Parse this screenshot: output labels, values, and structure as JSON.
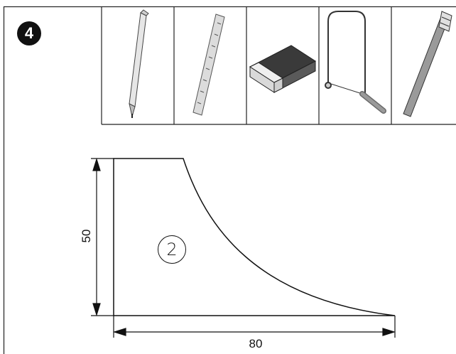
{
  "step": {
    "number": "4"
  },
  "tools": [
    {
      "name": "pencil-icon"
    },
    {
      "name": "ruler-icon"
    },
    {
      "name": "eraser-icon"
    },
    {
      "name": "coping-saw-icon"
    },
    {
      "name": "file-icon"
    }
  ],
  "drawing": {
    "part_number": "2",
    "width_label": "80",
    "height_label": "50"
  },
  "colors": {
    "line": "#111111",
    "frame": "#222222",
    "tool_shade": "#9a9a9a"
  }
}
